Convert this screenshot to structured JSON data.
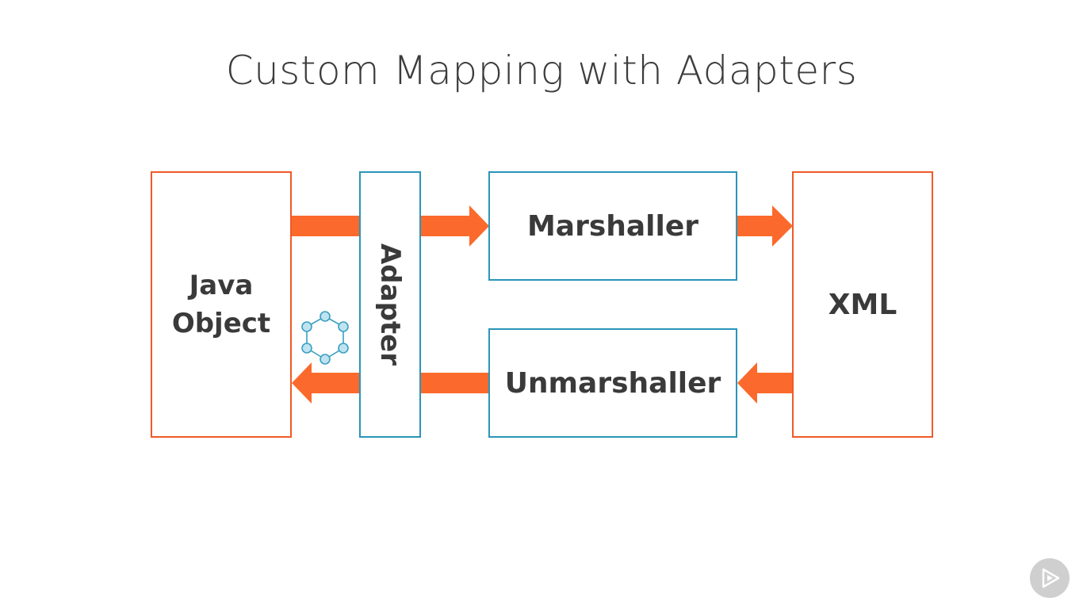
{
  "slide": {
    "title": "Custom Mapping with Adapters"
  },
  "diagram": {
    "java_object_line1": "Java",
    "java_object_line2": "Object",
    "adapter": "Adapter",
    "marshaller": "Marshaller",
    "unmarshaller": "Unmarshaller",
    "xml": "XML"
  },
  "colors": {
    "orange": "#f05a28",
    "arrow": "#fb6a2c",
    "blue": "#2b95b9",
    "icon_blue": "#5bb7d3",
    "text": "#3a3a3a"
  },
  "icons": {
    "adapter_icon": "hexagon-molecule-icon",
    "player_control": "play-icon"
  }
}
